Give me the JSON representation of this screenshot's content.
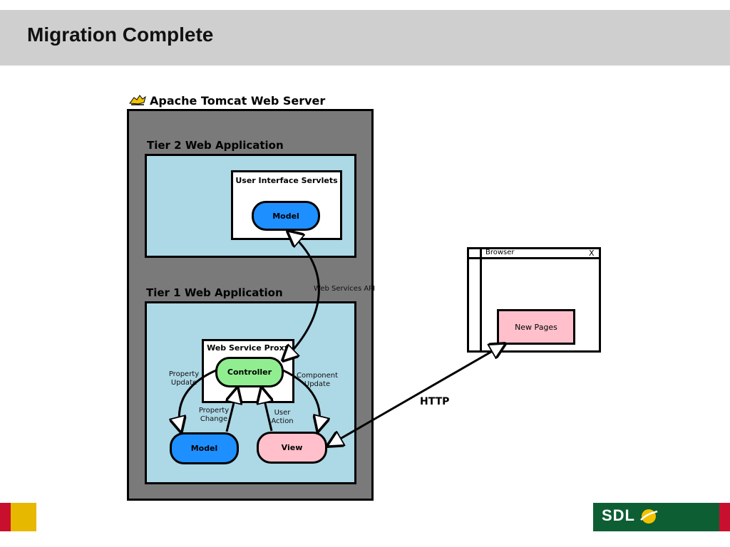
{
  "slide": {
    "title": "Migration Complete"
  },
  "server": {
    "title": "Apache Tomcat Web Server"
  },
  "tier2": {
    "title": "Tier 2 Web Application",
    "ui_box_title": "User Interface Servlets",
    "model_label": "Model"
  },
  "tier1": {
    "title": "Tier 1 Web Application",
    "proxy_title": "Web Service Proxy",
    "controller_label": "Controller",
    "model_label": "Model",
    "view_label": "View",
    "property_update": "Property Update",
    "component_update": "Component Update",
    "property_change": "Property Change",
    "user_action": "User Action"
  },
  "connections": {
    "web_services_api": "Web Services API",
    "http": "HTTP"
  },
  "browser": {
    "title": "Browser",
    "close": "X",
    "new_pages": "New Pages"
  },
  "footer": {
    "logo_text": "SDL"
  },
  "colors": {
    "server_grey": "#7a7a7a",
    "tier_blue": "#add8e6",
    "model_blue": "#1e8fff",
    "controller_green": "#90ee90",
    "view_pink": "#ffc0cb",
    "logo_green": "#0e5e34",
    "accent_red": "#c8102e",
    "accent_yellow": "#e6b800"
  }
}
